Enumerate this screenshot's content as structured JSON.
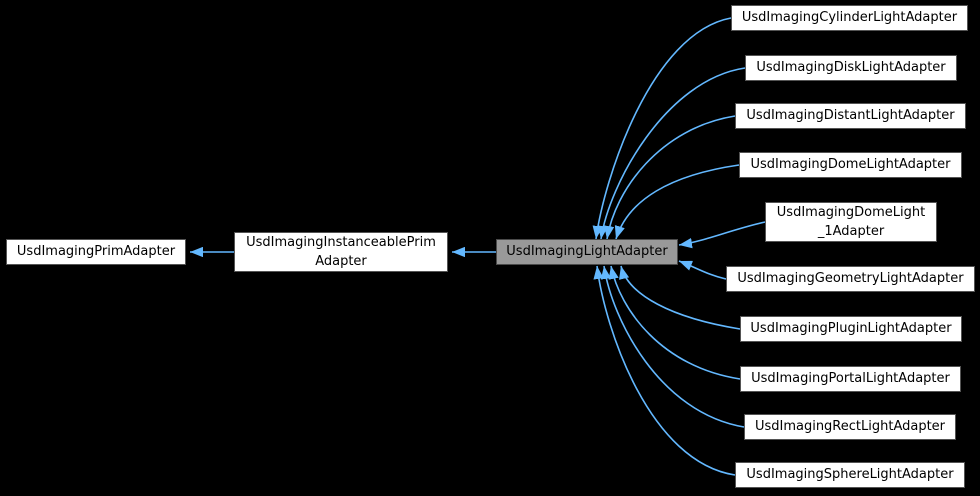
{
  "diagram": {
    "type": "class-inheritance-graph",
    "background_color": "#000000",
    "arrow_color": "#63b8ff",
    "node_fill": "#ffffff",
    "node_border": "#545454",
    "highlight_node_fill": "#999999",
    "text_color": "#000000"
  },
  "nodes": {
    "prim_adapter": {
      "label": "UsdImagingPrimAdapter"
    },
    "instanceable_prim_adapter": {
      "lines": [
        "UsdImagingInstanceablePrim",
        "Adapter"
      ]
    },
    "light_adapter": {
      "label": "UsdImagingLightAdapter",
      "highlighted": true
    },
    "cylinder": {
      "label": "UsdImagingCylinderLightAdapter"
    },
    "disk": {
      "label": "UsdImagingDiskLightAdapter"
    },
    "distant": {
      "label": "UsdImagingDistantLightAdapter"
    },
    "dome": {
      "label": "UsdImagingDomeLightAdapter"
    },
    "dome_1": {
      "lines": [
        "UsdImagingDomeLight",
        "_1Adapter"
      ]
    },
    "geometry": {
      "label": "UsdImagingGeometryLightAdapter"
    },
    "plugin": {
      "label": "UsdImagingPluginLightAdapter"
    },
    "portal": {
      "label": "UsdImagingPortalLightAdapter"
    },
    "rect": {
      "label": "UsdImagingRectLightAdapter"
    },
    "sphere": {
      "label": "UsdImagingSphereLightAdapter"
    }
  }
}
